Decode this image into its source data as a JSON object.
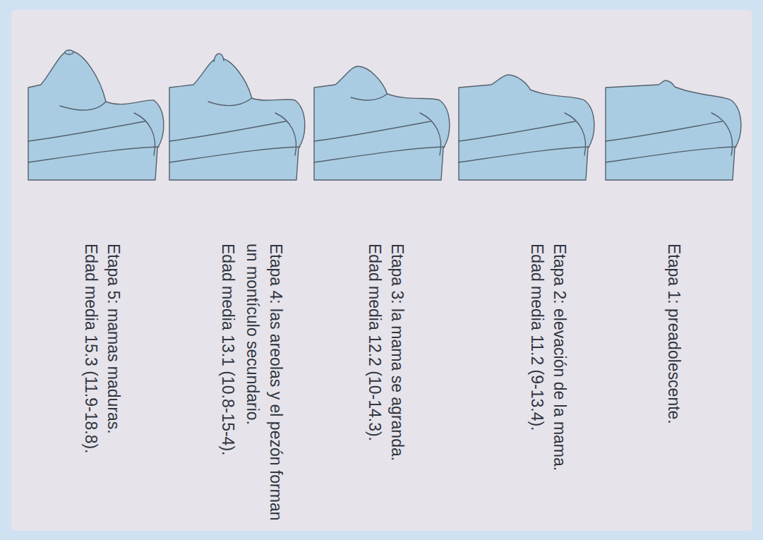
{
  "diagram": {
    "labels": [
      "Etapa 1: preadolescente.",
      "Etapa 2: elevación de la mama.",
      "Edad media 11.2 (9-13.4).",
      "Etapa 3: la mama se agranda.",
      "Edad media 12.2 (10-14.3).",
      "Etapa 4: las areolas y el pezón forman un montículo secundario.",
      "Edad media 13.1 (10.8-15-4).",
      "Etapa 5: mamas maduras.",
      "Edad media 15.3 (11.9-18.8)."
    ]
  }
}
